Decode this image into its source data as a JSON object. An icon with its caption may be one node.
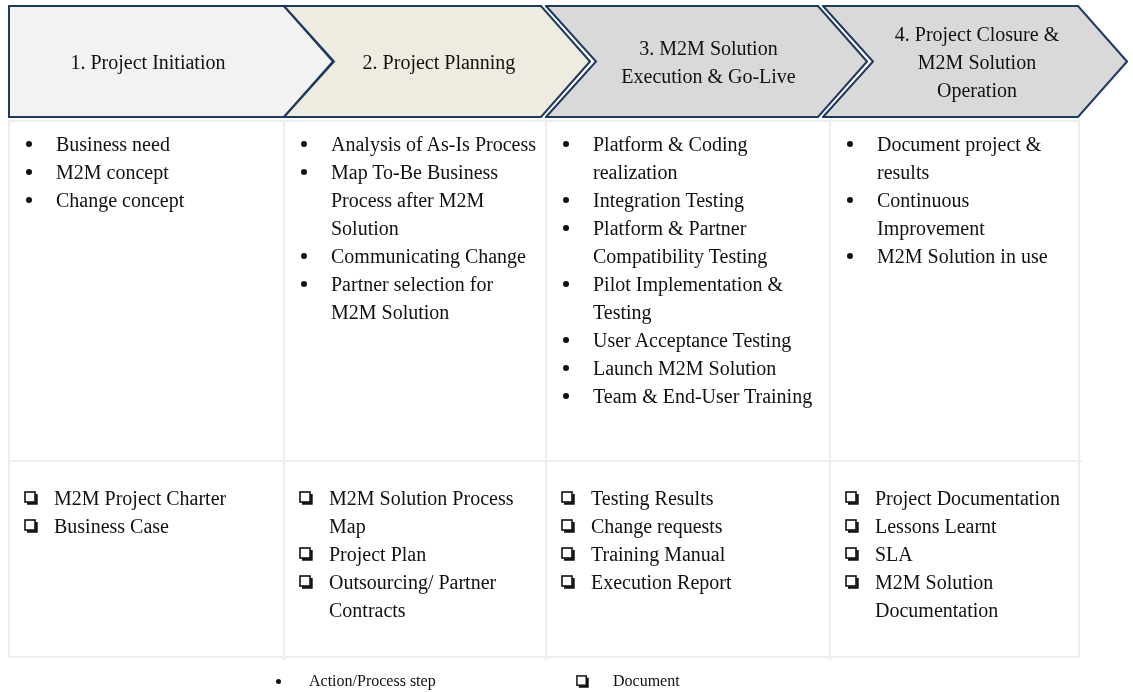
{
  "diagram": {
    "nodes": [
      {
        "text": [
          "1.    Project Initiation"
        ]
      },
      {
        "text": [
          "2. Project Planning"
        ]
      },
      {
        "text": [
          "3. M2M Solution Execution & Go-Live"
        ]
      },
      {
        "text": [
          "4. Project Closure & M2M Solution Operation"
        ]
      }
    ],
    "labels": [
      "Business need",
      "M2M concept",
      "Change concept",
      "Analysis of As-Is Process",
      "Map To-Be Business Process after M2M Solution",
      "Communicating Change",
      "Partner selection for M2M Solution",
      "Platform & Coding realization",
      "Integration Testing",
      "Platform & Partner Compatibility Testing",
      "Pilot Implementation & Testing",
      "User Acceptance Testing",
      "Launch M2M Solution",
      "Team & End-User Training",
      "Document project & results",
      "Continuous Improvement",
      "M2M Solution in use",
      "M2M Project Charter",
      "Business Case",
      "M2M Solution Process Map",
      "Project Plan",
      "Outsourcing/ Partner Contracts",
      "Testing Results",
      "Change requests",
      "Training Manual",
      "Execution Report",
      "Project Documentation",
      "Lessons Learnt",
      "SLA",
      "M2M Solution Documentation"
    ],
    "legend": [
      {
        "text": "Action/Process step"
      },
      {
        "text": "Document"
      }
    ]
  }
}
